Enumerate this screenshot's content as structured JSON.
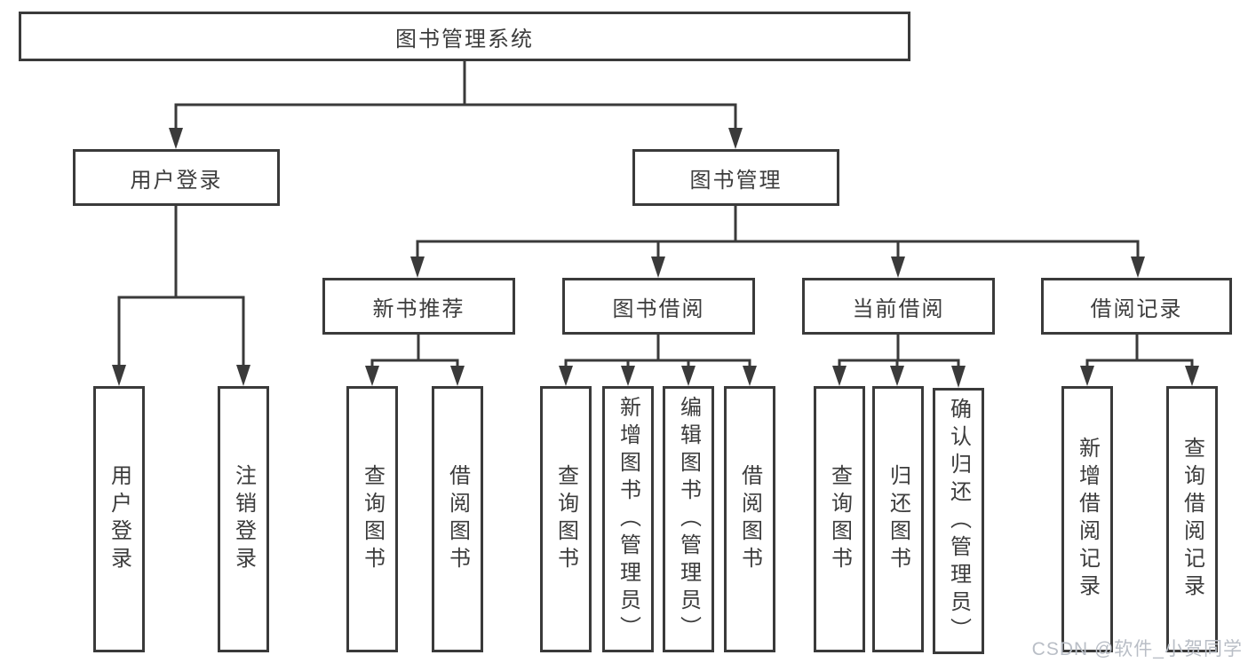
{
  "nodes": {
    "root": "图书管理系统",
    "user_login": "用户登录",
    "book_mgmt": "图书管理",
    "new_book_rec": "新书推荐",
    "book_borrow": "图书借阅",
    "current_borrow": "当前借阅",
    "borrow_records": "借阅记录",
    "leaf_user_login": "用户登录",
    "leaf_logout": "注销登录",
    "leaf_query_books_rec": "查询图书",
    "leaf_borrow_books_rec": "借阅图书",
    "leaf_query_books_borrow": "查询图书",
    "leaf_add_books_admin": "新增图书（管理员）",
    "leaf_edit_books_admin": "编辑图书（管理员）",
    "leaf_borrow_books_borrow": "借阅图书",
    "leaf_query_books_current": "查询图书",
    "leaf_return_books": "归还图书",
    "leaf_confirm_return_admin": "确认归还（管理员）",
    "leaf_add_borrow_record": "新增借阅记录",
    "leaf_query_borrow_record": "查询借阅记录"
  },
  "watermark": "CSDN @软件_小贺同学",
  "colors": {
    "line": "#3a3a3a",
    "text": "#3c3c3c",
    "watermark": "#b9bec6",
    "background": "#ffffff"
  }
}
